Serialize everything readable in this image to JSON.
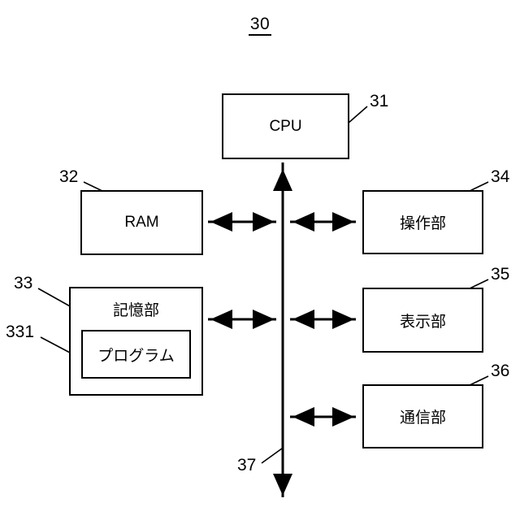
{
  "figure": {
    "number": "30",
    "blocks": [
      {
        "id": "cpu",
        "label": "CPU",
        "ref": "31"
      },
      {
        "id": "ram",
        "label": "RAM",
        "ref": "32"
      },
      {
        "id": "storage",
        "label": "記憶部",
        "ref": "33"
      },
      {
        "id": "program",
        "label": "プログラム",
        "ref": "331"
      },
      {
        "id": "operation",
        "label": "操作部",
        "ref": "34"
      },
      {
        "id": "display",
        "label": "表示部",
        "ref": "35"
      },
      {
        "id": "comm",
        "label": "通信部",
        "ref": "36"
      },
      {
        "id": "bus",
        "label": "",
        "ref": "37"
      }
    ],
    "refs": {
      "cpu": "31",
      "ram": "32",
      "storage": "33",
      "program": "331",
      "operation": "34",
      "display": "35",
      "comm": "36",
      "bus": "37"
    },
    "labels": {
      "cpu": "CPU",
      "ram": "RAM",
      "storage": "記憶部",
      "program": "プログラム",
      "operation": "操作部",
      "display": "表示部",
      "comm": "通信部"
    },
    "colors": {
      "line": "#000000",
      "background": "#ffffff"
    }
  }
}
